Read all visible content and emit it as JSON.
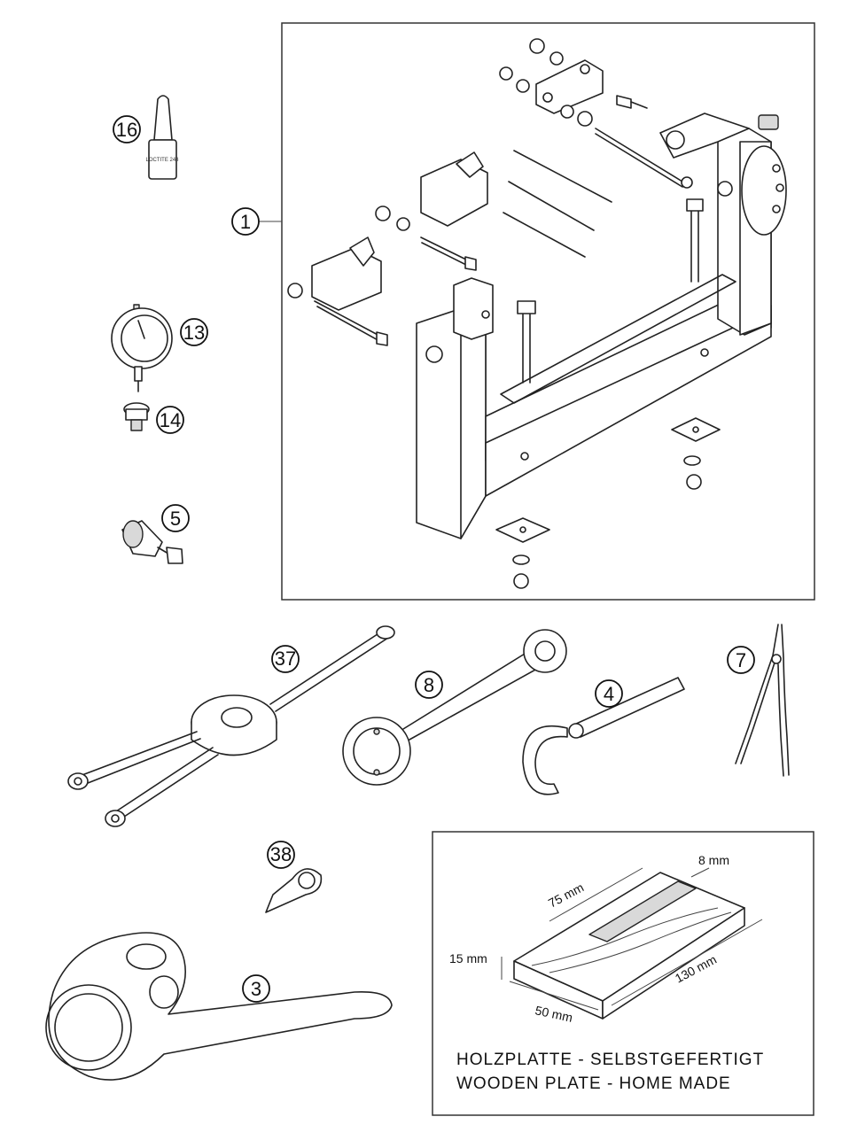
{
  "callouts": {
    "c1": "1",
    "c3": "3",
    "c4": "4",
    "c5": "5",
    "c7": "7",
    "c8": "8",
    "c13": "13",
    "c14": "14",
    "c16": "16",
    "c37": "37",
    "c38": "38"
  },
  "dimensions": {
    "width_8": "8 mm",
    "length_75": "75 mm",
    "height_15": "15 mm",
    "length_130": "130 mm",
    "width_50": "50 mm"
  },
  "caption": {
    "line1": "HOLZPLATTE - SELBSTGEFERTIGT",
    "line2": "WOODEN PLATE - HOME MADE"
  },
  "product_label": {
    "text": "LOCTITE 243"
  }
}
